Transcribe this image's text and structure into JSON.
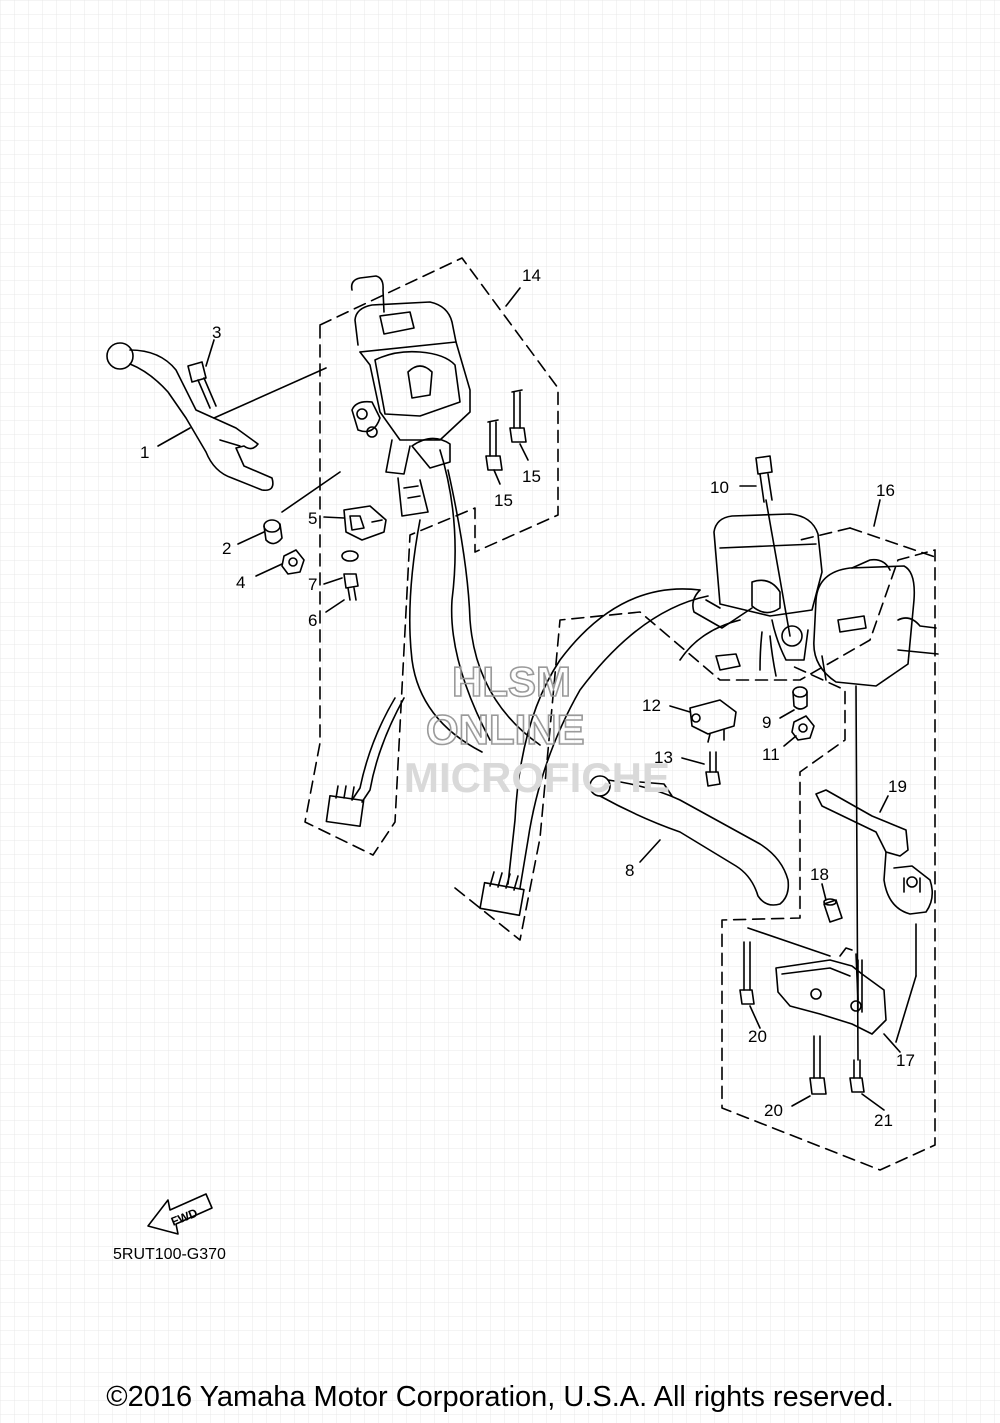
{
  "diagram": {
    "callouts": [
      "1",
      "2",
      "3",
      "4",
      "5",
      "6",
      "7",
      "8",
      "9",
      "10",
      "11",
      "12",
      "13",
      "14",
      "15",
      "15",
      "16",
      "17",
      "18",
      "19",
      "20",
      "20",
      "21"
    ],
    "fwd_label": "FWD",
    "code": "5RUT100-G370",
    "watermark": {
      "line1": "HLSM",
      "line2": "ONLINE",
      "line3": "MICROFICHE"
    }
  },
  "footer": {
    "copyright": "©2016 Yamaha Motor Corporation, U.S.A. All rights reserved."
  },
  "colors": {
    "line": "#000000",
    "grid": "#dcdcdc",
    "watermark": "#9a9a9a"
  }
}
